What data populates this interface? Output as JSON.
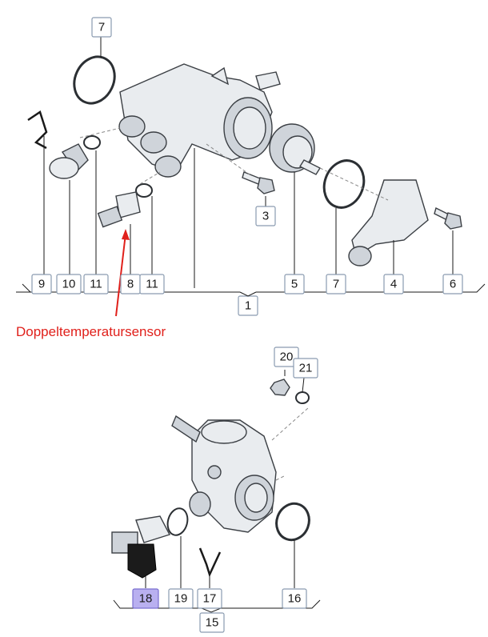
{
  "diagram": {
    "upper_group": {
      "assembly_label": "1",
      "labels": [
        "9",
        "10",
        "11",
        "8",
        "11",
        "5",
        "7",
        "4",
        "6"
      ],
      "top_labels": [
        "7",
        "3"
      ]
    },
    "annotation": {
      "text": "Doppeltemperatursensor",
      "color": "#e0201b"
    },
    "lower_group": {
      "assembly_label": "15",
      "labels": [
        "18",
        "19",
        "17",
        "16"
      ],
      "top_labels": [
        "20",
        "21"
      ],
      "highlighted_label": "18",
      "highlight_color": "#b9b0f0"
    }
  }
}
